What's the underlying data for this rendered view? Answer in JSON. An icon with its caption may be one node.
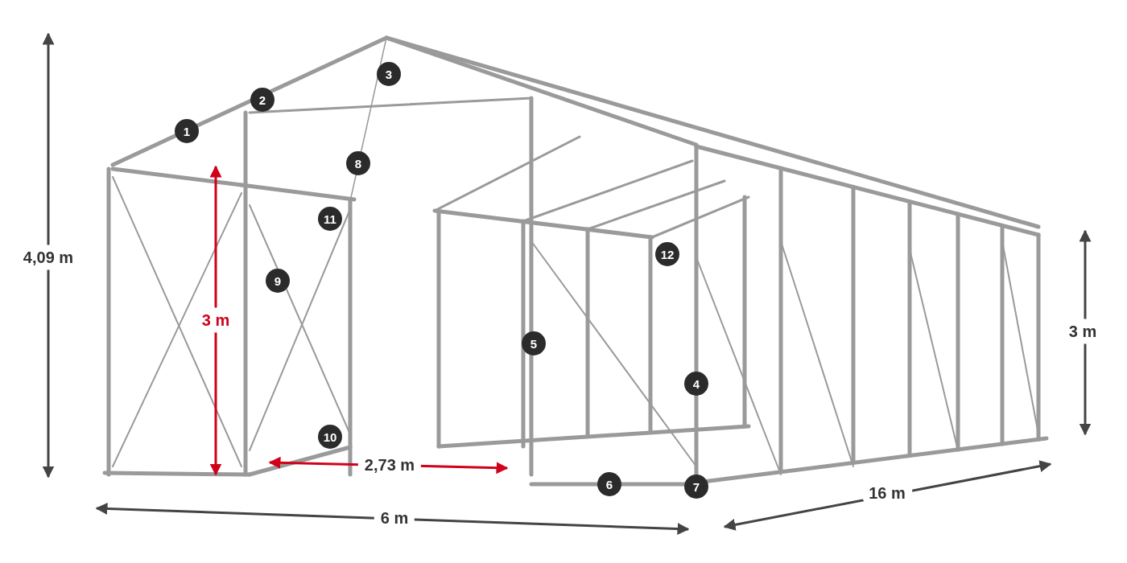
{
  "diagram": {
    "labels": [
      "3",
      "2",
      "1",
      "8",
      "11",
      "12",
      "4,09 m",
      "9",
      "3 m",
      "3 m",
      "5",
      "4",
      "10",
      "2,73 m",
      "6",
      "7",
      "16 m",
      "6 m"
    ]
  }
}
